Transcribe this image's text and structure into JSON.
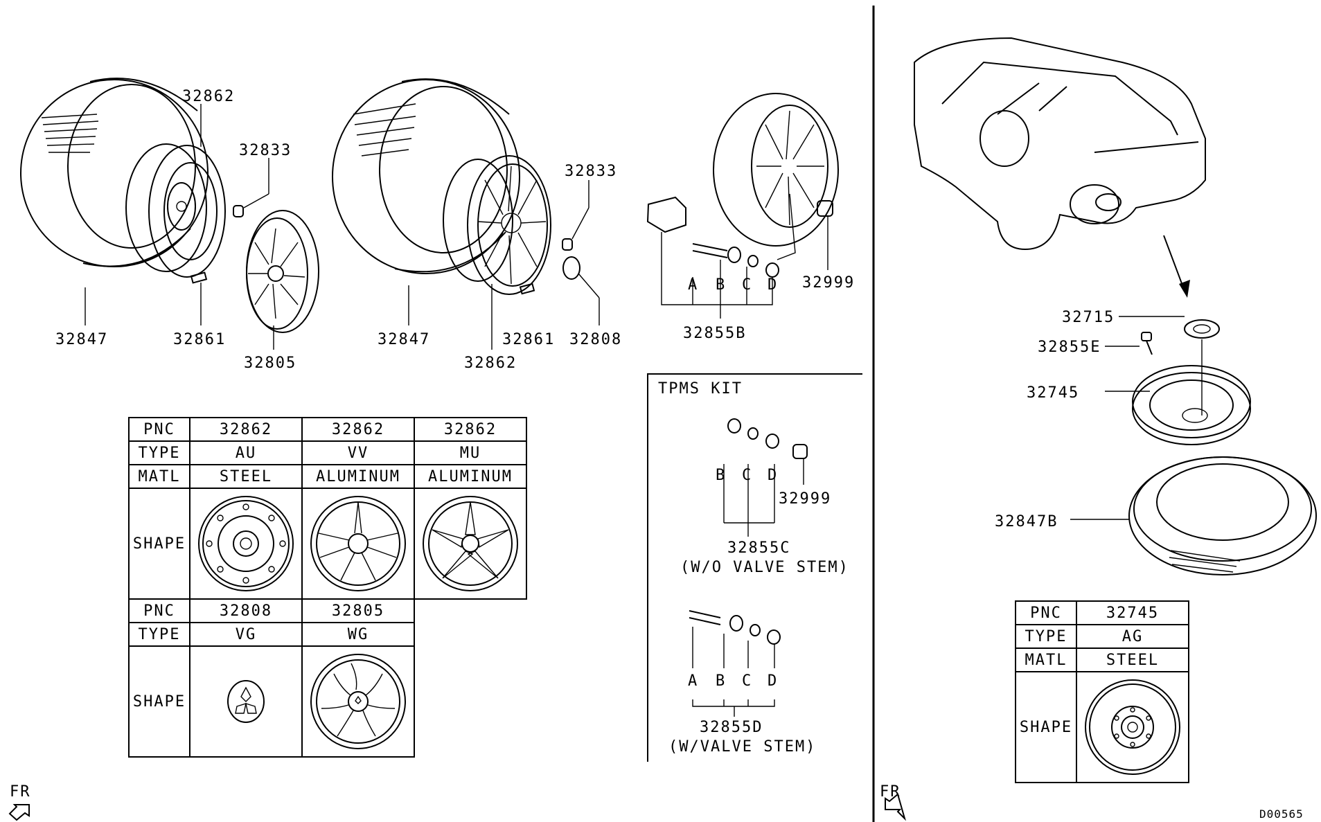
{
  "callouts": {
    "steel_tire": "32847",
    "steel_wheel": "32862",
    "steel_nut": "32833",
    "steel_weight": "32861",
    "steel_cover": "32805",
    "alloy_tire": "32847",
    "alloy_nut": "32833",
    "alloy_weight": "32861",
    "alloy_cap": "32808",
    "alloy_wheel": "32862",
    "tpms_cap": "32999",
    "tpms_assy": "32855B",
    "spare_jack": "32715",
    "spare_valve": "32855E",
    "spare_wheel": "32745",
    "spare_tire": "32847B"
  },
  "valve_letters": [
    "A",
    "B",
    "C",
    "D"
  ],
  "tpms_kit": {
    "title": "TPMS KIT",
    "kit_c": {
      "letters": [
        "B",
        "C",
        "D"
      ],
      "extra": "32999",
      "pnc": "32855C",
      "note": "(W/O VALVE STEM)"
    },
    "kit_d": {
      "letters": [
        "A",
        "B",
        "C",
        "D"
      ],
      "pnc": "32855D",
      "note": "(W/VALVE STEM)"
    }
  },
  "table_wheels": {
    "labels": {
      "pnc": "PNC",
      "type": "TYPE",
      "matl": "MATL",
      "shape": "SHAPE"
    },
    "cols": [
      {
        "pnc": "32862",
        "type": "AU",
        "matl": "STEEL",
        "icon": "steel-wheel-icon"
      },
      {
        "pnc": "32862",
        "type": "VV",
        "matl": "ALUMINUM",
        "icon": "alloy-wheel-icon"
      },
      {
        "pnc": "32862",
        "type": "MU",
        "matl": "ALUMINUM",
        "icon": "alloy-wheel-icon"
      }
    ],
    "cols2": [
      {
        "pnc": "32808",
        "type": "VG",
        "icon": "center-cap-icon"
      },
      {
        "pnc": "32805",
        "type": "WG",
        "icon": "wheel-cover-icon"
      }
    ]
  },
  "table_spare": {
    "labels": {
      "pnc": "PNC",
      "type": "TYPE",
      "matl": "MATL",
      "shape": "SHAPE"
    },
    "pnc": "32745",
    "type": "AG",
    "matl": "STEEL",
    "icon": "spare-wheel-icon"
  },
  "fr_label": "FR",
  "doc_id": "D00565"
}
